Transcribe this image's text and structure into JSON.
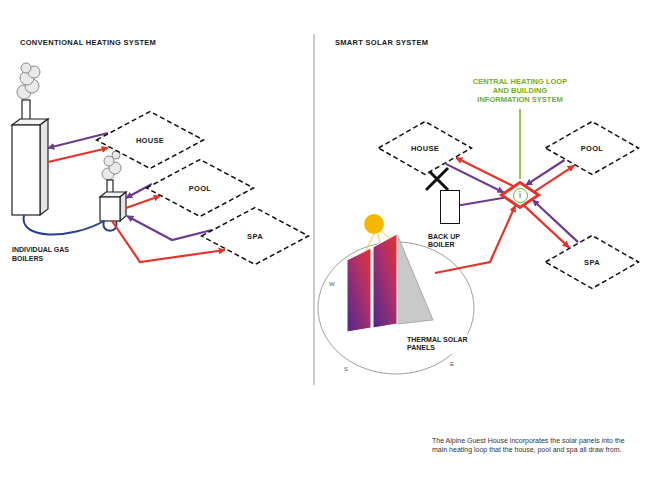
{
  "diagram": {
    "caption": "The Alpine Guest House incorporates the solar panels into the main heating loop that the house, pool and spa all draw from.",
    "nodes": [
      {
        "text": [
          "HOUSE"
        ]
      },
      {
        "text": [
          "POOL"
        ]
      },
      {
        "text": [
          "SPA"
        ]
      },
      {
        "text": [
          "HOUSE"
        ]
      },
      {
        "text": [
          "POOL"
        ]
      },
      {
        "text": [
          "SPA"
        ]
      },
      {
        "text": [
          "CENTRAL HEATING LOOP AND BUILDING INFORMATION SYSTEM",
          "i"
        ]
      },
      {
        "text": [
          "BACK UP BOILER"
        ]
      },
      {
        "text": [
          "THERMAL SOLAR PANELS"
        ]
      }
    ],
    "edges": [
      {
        "from": 6,
        "to": 3,
        "arrow": "to"
      },
      {
        "from": 3,
        "to": 6,
        "arrow": "to"
      },
      {
        "from": 6,
        "to": 4,
        "arrow": "to"
      },
      {
        "from": 4,
        "to": 6,
        "arrow": "to"
      },
      {
        "from": 6,
        "to": 5,
        "arrow": "to"
      },
      {
        "from": 5,
        "to": 6,
        "arrow": "to"
      },
      {
        "from": 8,
        "to": 6,
        "arrow": "to"
      },
      {
        "from": 7,
        "to": 6,
        "arrow": "none"
      }
    ],
    "labels": [
      "CONVENTIONAL HEATING SYSTEM",
      "SMART SOLAR SYSTEM",
      "INDIVIDUAL GAS BOILERS",
      "W",
      "S",
      "E"
    ]
  }
}
